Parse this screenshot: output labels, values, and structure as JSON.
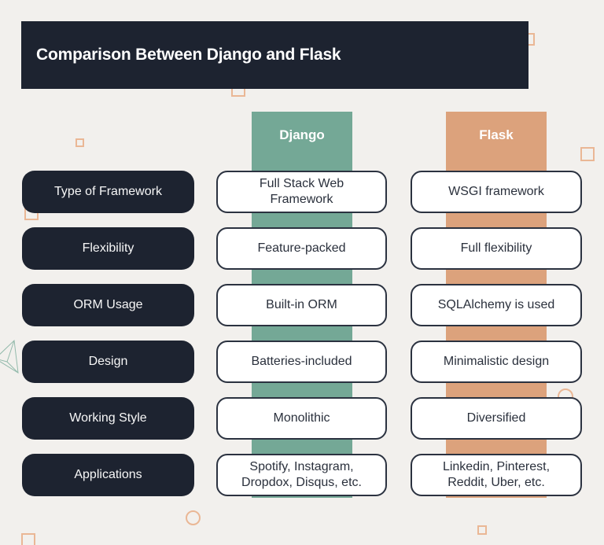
{
  "title": "Comparison Between Django and Flask",
  "columns": {
    "django": {
      "label": "Django",
      "color": "#74a896"
    },
    "flask": {
      "label": "Flask",
      "color": "#dca27c"
    }
  },
  "rows": [
    {
      "label": "Type of Framework",
      "django": "Full Stack Web Framework",
      "flask": "WSGI framework"
    },
    {
      "label": "Flexibility",
      "django": "Feature-packed",
      "flask": "Full flexibility"
    },
    {
      "label": "ORM Usage",
      "django": "Built-in ORM",
      "flask": "SQLAlchemy is used"
    },
    {
      "label": "Design",
      "django": "Batteries-included",
      "flask": "Minimalistic design"
    },
    {
      "label": "Working Style",
      "django": "Monolithic",
      "flask": "Diversified"
    },
    {
      "label": "Applications",
      "django": "Spotify, Instagram, Dropdox, Disqus, etc.",
      "flask": "Linkedin, Pinterest, Reddit, Uber, etc."
    }
  ],
  "colors": {
    "background": "#f2f0ed",
    "panel_dark": "#1d2330",
    "django_teal": "#74a896",
    "flask_orange": "#dca27c",
    "card_background": "#ffffff",
    "card_border": "#2b3240",
    "card_text": "#2a303c",
    "decoration_orange": "#eab795"
  }
}
